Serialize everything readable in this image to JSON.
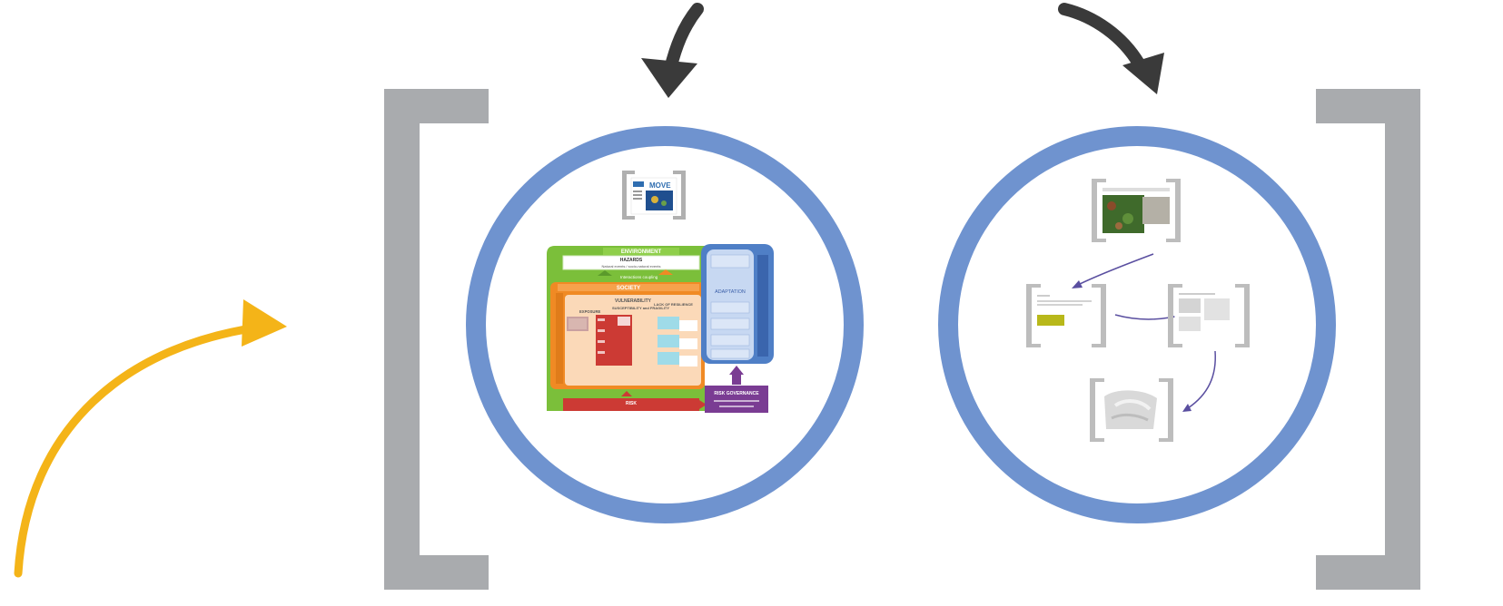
{
  "colors": {
    "bracket": "#a9abae",
    "ring": "#6f93cf",
    "curved_arrow_dark": "#3a3a3a",
    "curved_arrow_yellow": "#f4b418",
    "green": "#7bbf3a",
    "orange": "#f08a24",
    "red": "#cc3a34",
    "blue_panel": "#4f7fc6",
    "purple": "#7a3c93",
    "link_arrow": "#5a4fa0"
  },
  "icons": {
    "left_arrow": "curved-arrow-down-icon",
    "right_arrow": "curved-arrow-down-icon",
    "yellow_arrow": "curved-arrow-right-icon"
  },
  "left_frame": {
    "thumb_logo_text": "MOVE",
    "diagram": {
      "environment_label": "ENVIRONMENT",
      "hazards_label": "HAZARDS",
      "hazards_sub": "Natural events / socio-natural events",
      "interactions_label": "Interactions coupling",
      "society_label": "SOCIETY",
      "vulnerability_label": "VULNERABILITY",
      "exposure_label": "EXPOSURE",
      "susceptibility_label": "SUSCEPTIBILITY and FRAGILITY",
      "lack_resilience_label": "LACK OF RESILIENCE",
      "adaptation_label": "ADAPTATION",
      "risk_label": "RISK",
      "risk_governance_label": "RISK GOVERNANCE"
    }
  }
}
